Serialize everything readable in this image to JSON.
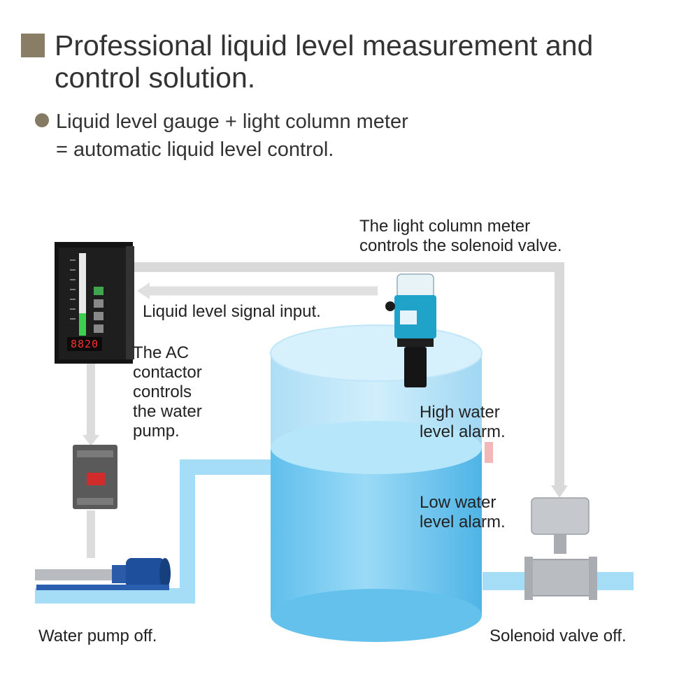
{
  "header": {
    "title_line1": "Professional liquid level measurement and",
    "title_line2": "control solution.",
    "subtitle_line1": "Liquid level gauge + light column meter",
    "subtitle_line2": "= automatic liquid level control.",
    "accent_color": "#8a7d66"
  },
  "labels": {
    "column_meter_line1": "The light column meter",
    "column_meter_line2": "controls the solenoid valve.",
    "signal_input": "Liquid level signal input.",
    "contactor_line1": "The AC",
    "contactor_line2": "contactor",
    "contactor_line3": "controls",
    "contactor_line4": "the water",
    "contactor_line5": "pump.",
    "high_alarm_line1": "High water",
    "high_alarm_line2": "level alarm.",
    "low_alarm_line1": "Low water",
    "low_alarm_line2": "level alarm.",
    "pump_off": "Water pump off.",
    "valve_off": "Solenoid valve off."
  },
  "meter_display": "8820",
  "colors": {
    "water": "#8fd3f4",
    "pipe": "#9ad9f5",
    "signal_line": "#d9d9d9",
    "meter_body": "#1e1e1e",
    "sensor_cap": "#1fa3c9",
    "pump_body": "#1d4f9c",
    "contactor_body": "#555555",
    "valve_body": "#b9bcc0"
  },
  "icons": [
    "light-column-meter-icon",
    "ultrasonic-level-sensor-icon",
    "ac-contactor-icon",
    "water-pump-icon",
    "electric-ball-valve-icon"
  ]
}
